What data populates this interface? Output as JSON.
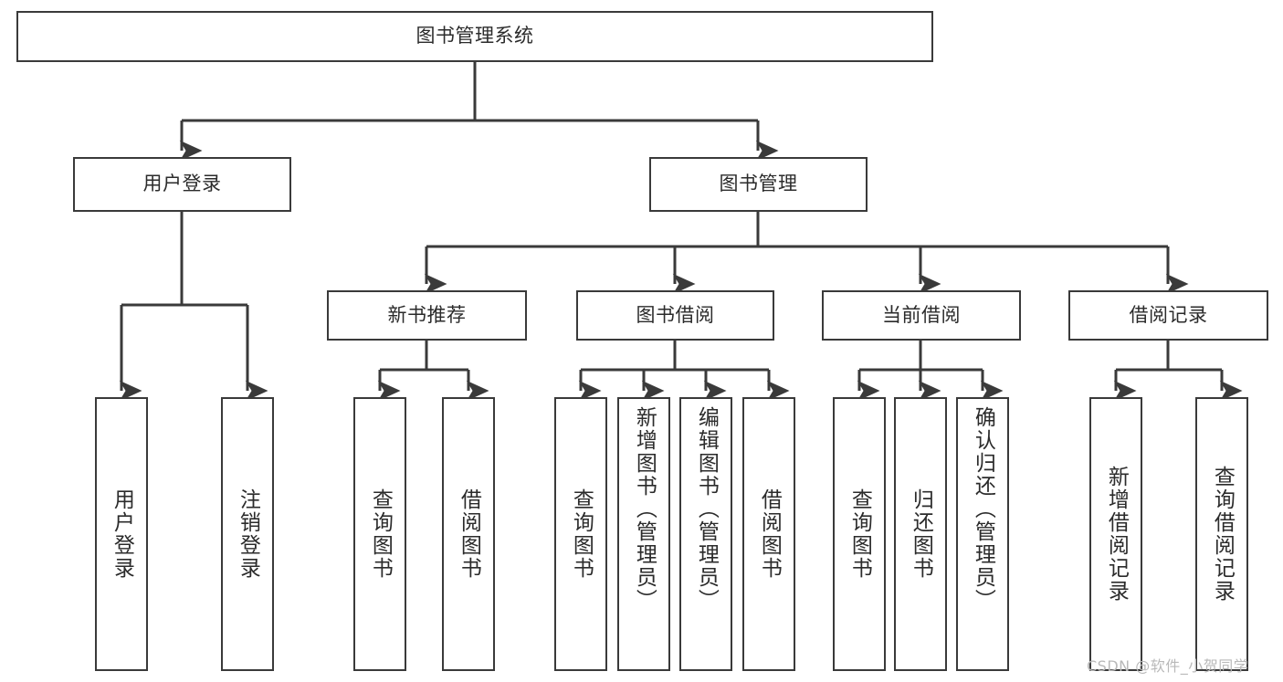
{
  "diagram": {
    "title": "图书管理系统",
    "type": "tree-hierarchy-chart",
    "root": {
      "label": "图书管理系统"
    },
    "level2": [
      {
        "label": "用户登录"
      },
      {
        "label": "图书管理"
      }
    ],
    "level3": [
      {
        "label": "新书推荐"
      },
      {
        "label": "图书借阅"
      },
      {
        "label": "当前借阅"
      },
      {
        "label": "借阅记录"
      }
    ],
    "leaves": {
      "user_login": [
        {
          "label": "用户登录"
        },
        {
          "label": "注销登录"
        }
      ],
      "new_book_recommend": [
        {
          "label": "查询图书"
        },
        {
          "label": "借阅图书"
        }
      ],
      "book_borrow": [
        {
          "label": "查询图书"
        },
        {
          "label": "新增图书（管理员）"
        },
        {
          "label": "编辑图书（管理员）"
        },
        {
          "label": "借阅图书"
        }
      ],
      "current_borrow": [
        {
          "label": "查询图书"
        },
        {
          "label": "归还图书"
        },
        {
          "label": "确认归还（管理员）"
        }
      ],
      "borrow_record": [
        {
          "label": "新增借阅记录"
        },
        {
          "label": "查询借阅记录"
        }
      ]
    },
    "watermark": "CSDN @软件_小贺同学",
    "colors": {
      "stroke": "#3a3a3a",
      "fill": "#ffffff",
      "text": "#2b2b2b",
      "watermark": "#b9b9b9"
    }
  }
}
